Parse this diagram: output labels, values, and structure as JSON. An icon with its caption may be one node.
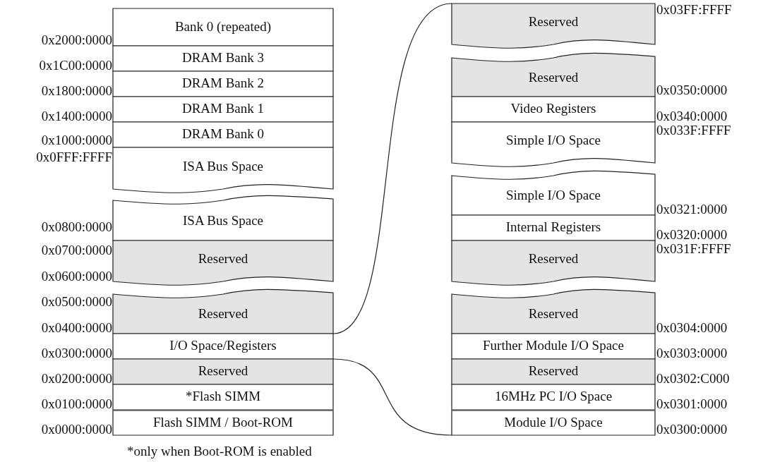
{
  "diagram": {
    "nodes": [
      {
        "text": [
          "Bank 0 (repeated)"
        ]
      },
      {
        "text": [
          "DRAM Bank 3"
        ]
      },
      {
        "text": [
          "DRAM Bank 2"
        ]
      },
      {
        "text": [
          "DRAM Bank 1"
        ]
      },
      {
        "text": [
          "DRAM Bank 0"
        ]
      },
      {
        "text": [
          "ISA Bus Space"
        ]
      },
      {
        "text": [
          "ISA Bus Space"
        ]
      },
      {
        "text": [
          "Reserved"
        ]
      },
      {
        "text": [
          "Reserved"
        ]
      },
      {
        "text": [
          "I/O Space/Registers"
        ]
      },
      {
        "text": [
          "Reserved"
        ]
      },
      {
        "text": [
          "*Flash SIMM"
        ]
      },
      {
        "text": [
          "Flash SIMM / Boot-ROM"
        ]
      },
      {
        "text": [
          "Reserved"
        ]
      },
      {
        "text": [
          "Reserved"
        ]
      },
      {
        "text": [
          "Video Registers"
        ]
      },
      {
        "text": [
          "Simple I/O Space"
        ]
      },
      {
        "text": [
          "Simple I/O Space"
        ]
      },
      {
        "text": [
          "Internal Registers"
        ]
      },
      {
        "text": [
          "Reserved"
        ]
      },
      {
        "text": [
          "Reserved"
        ]
      },
      {
        "text": [
          "Further Module I/O Space"
        ]
      },
      {
        "text": [
          "Reserved"
        ]
      },
      {
        "text": [
          "16MHz PC I/O Space"
        ]
      },
      {
        "text": [
          "Module I/O Space"
        ]
      }
    ],
    "edges": [
      {
        "from": 9,
        "to": 13,
        "arrow": "none"
      },
      {
        "from": 9,
        "to": 24,
        "arrow": "none"
      }
    ],
    "labels": [
      "0x03FF:FFFF",
      "0x2000:0000",
      "0x1C00:0000",
      "0x1800:0000",
      "0x0350:0000",
      "0x1400:0000",
      "0x0340:0000",
      "0x1000:0000",
      "0x033F:FFFF",
      "0x0FFF:FFFF",
      "0x0321:0000",
      "0x0800:0000",
      "0x0320:0000",
      "0x0700:0000",
      "0x031F:FFFF",
      "0x0600:0000",
      "0x0500:0000",
      "0x0400:0000",
      "0x0304:0000",
      "0x0300:0000",
      "0x0303:0000",
      "0x0200:0000",
      "0x0302:C000",
      "0x0100:0000",
      "0x0301:0000",
      "0x0000:0000",
      "0x0300:0000",
      "*only when Boot-ROM is enabled"
    ]
  }
}
